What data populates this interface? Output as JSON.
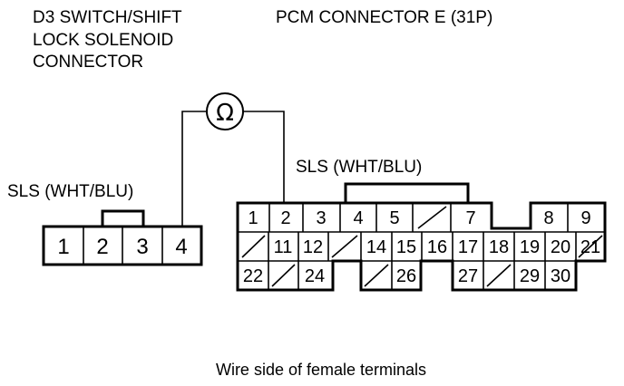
{
  "left_connector": {
    "title_lines": [
      "D3 SWITCH/SHIFT",
      "LOCK SOLENOID",
      "CONNECTOR"
    ],
    "wire_label": "SLS (WHT/BLU)",
    "pins": [
      "1",
      "2",
      "3",
      "4"
    ]
  },
  "right_connector": {
    "title": "PCM CONNECTOR E (31P)",
    "wire_label": "SLS (WHT/BLU)",
    "row1": [
      "1",
      "2",
      "3",
      "4",
      "5",
      "",
      "7",
      "",
      "8",
      "9"
    ],
    "row2": [
      "",
      "11",
      "12",
      "",
      "14",
      "15",
      "16",
      "17",
      "18",
      "19",
      "20",
      "21"
    ],
    "row3": [
      "22",
      "",
      "24",
      "",
      "26",
      "27",
      "",
      "29",
      "30",
      ""
    ]
  },
  "meter": {
    "symbol": "Ω"
  },
  "caption": "Wire side of female terminals"
}
